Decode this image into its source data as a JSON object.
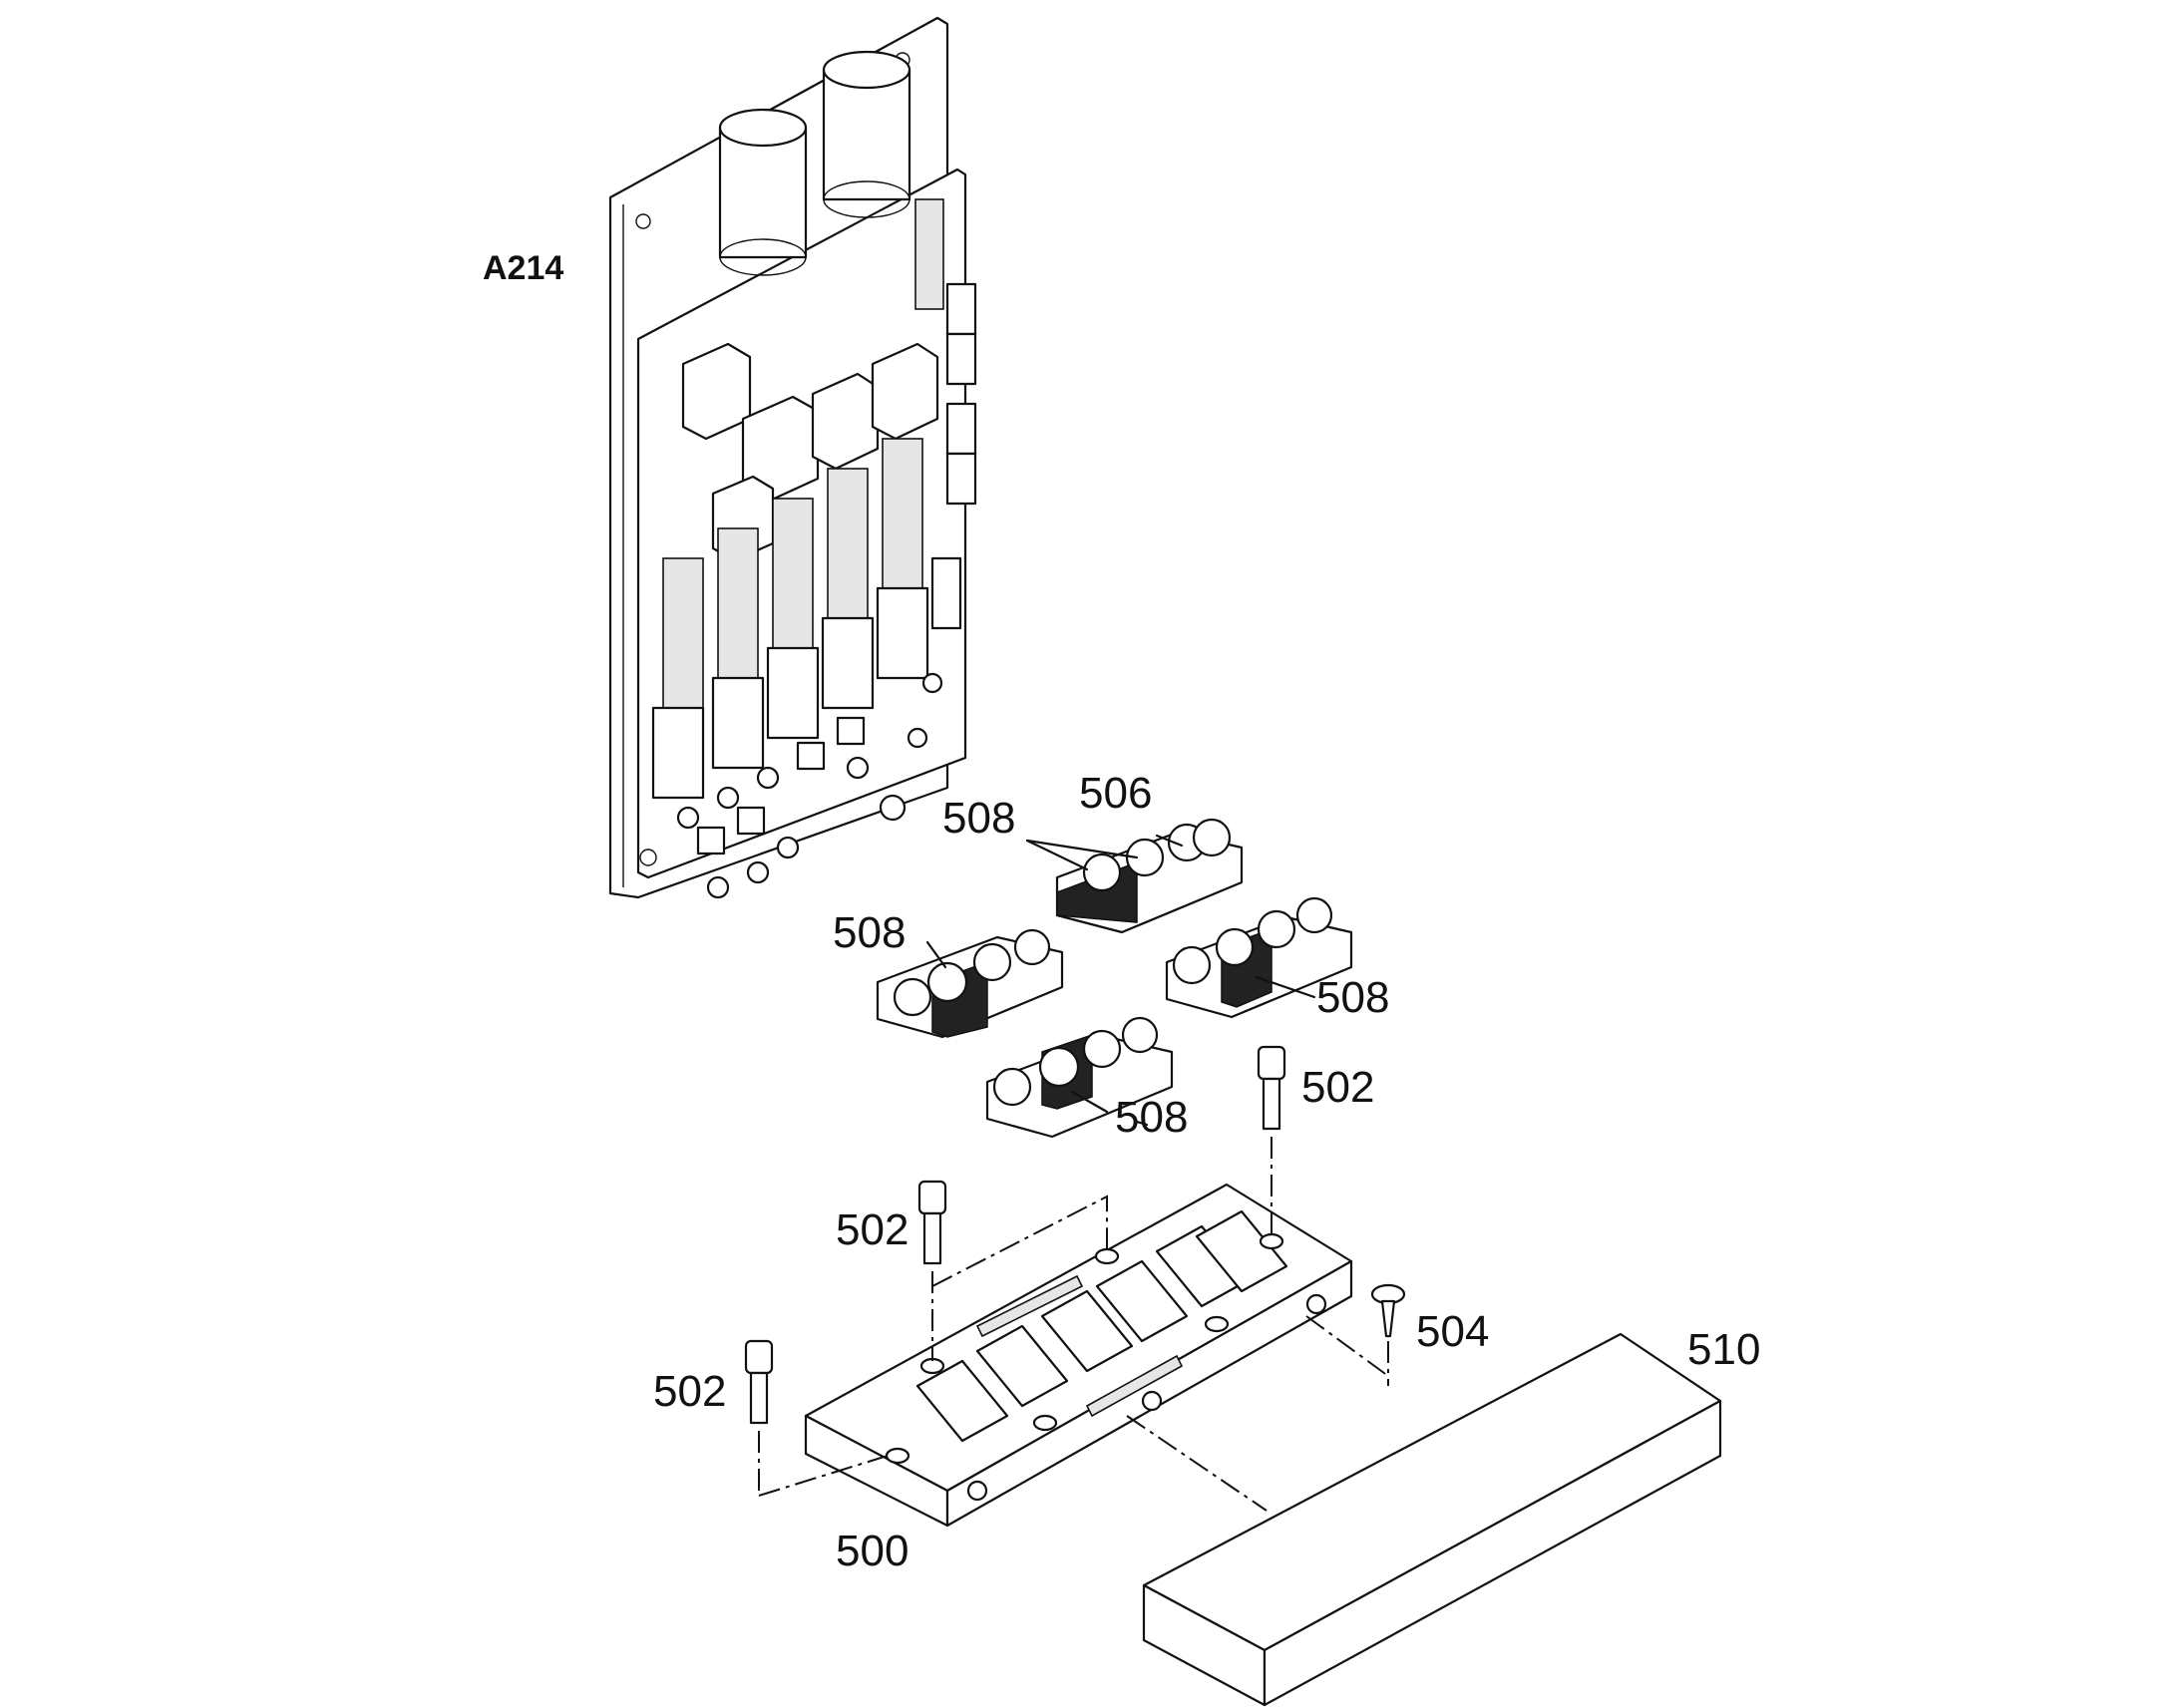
{
  "callouts": {
    "board": "A214",
    "base_plate": "500",
    "screw_a": "502",
    "screw_b": "502",
    "screw_c": "502",
    "rivet": "504",
    "module_top": "506",
    "clip_top": "508",
    "clip_left": "508",
    "clip_right": "508",
    "clip_bottom": "508",
    "foam_block": "510"
  }
}
